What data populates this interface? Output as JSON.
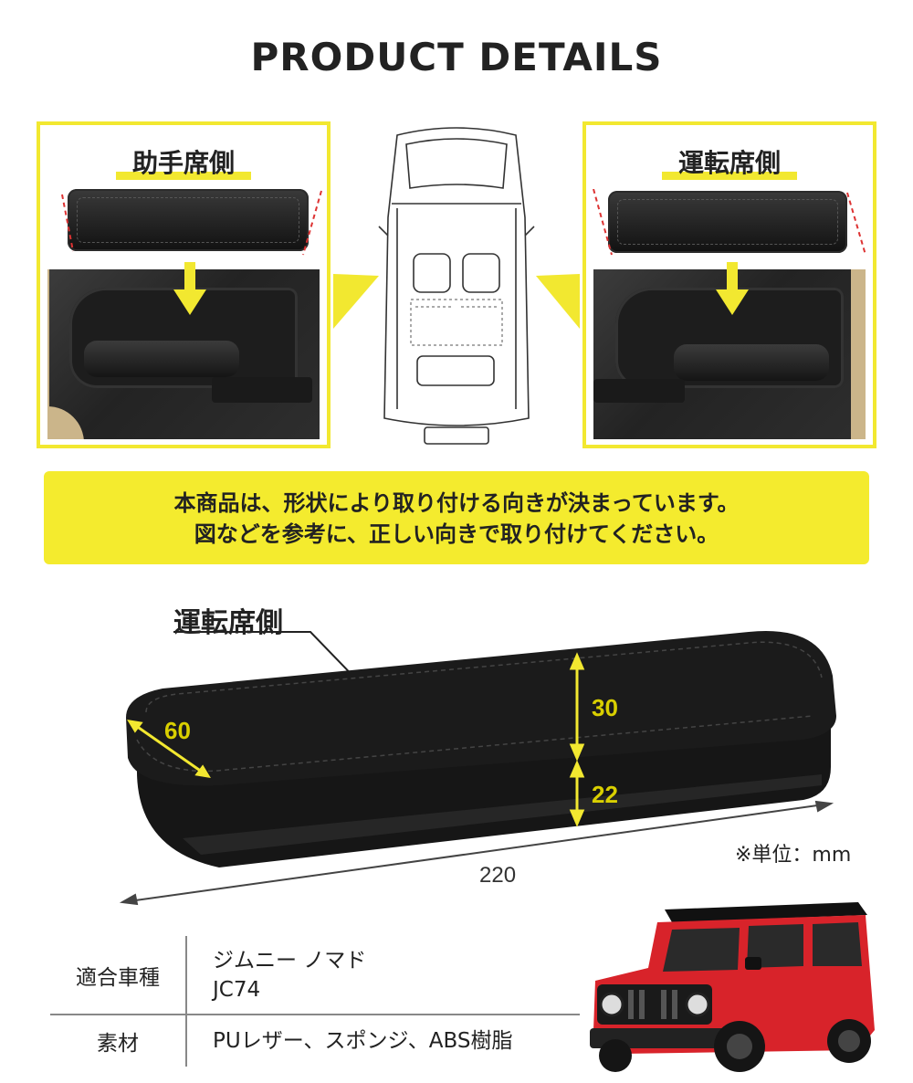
{
  "header": {
    "title": "PRODUCT DETAILS"
  },
  "panels": {
    "left": {
      "label": "助手席側"
    },
    "right": {
      "label": "運転席側"
    }
  },
  "notice": {
    "line1": "本商品は、形状により取り付ける向きが決まっています。",
    "line2": "図などを参考に、正しい向きで取り付けてください。"
  },
  "product": {
    "side_label": "運転席側",
    "dimensions": {
      "depth": "60",
      "upper_height": "30",
      "lower_height": "22",
      "length": "220"
    },
    "unit_note": "※単位：mm"
  },
  "spec_table": {
    "rows": [
      {
        "key": "適合車種",
        "value_line1": "ジムニー ノマド",
        "value_line2": "JC74"
      },
      {
        "key": "素材",
        "value_line1": "PUレザー、スポンジ、ABS樹脂"
      }
    ]
  },
  "colors": {
    "accent_yellow": "#f2e830",
    "dimension_yellow": "#d9cf00",
    "jeep_red": "#d8232a"
  },
  "icons": [
    "arrow-down-icon",
    "car-top-view-icon"
  ]
}
